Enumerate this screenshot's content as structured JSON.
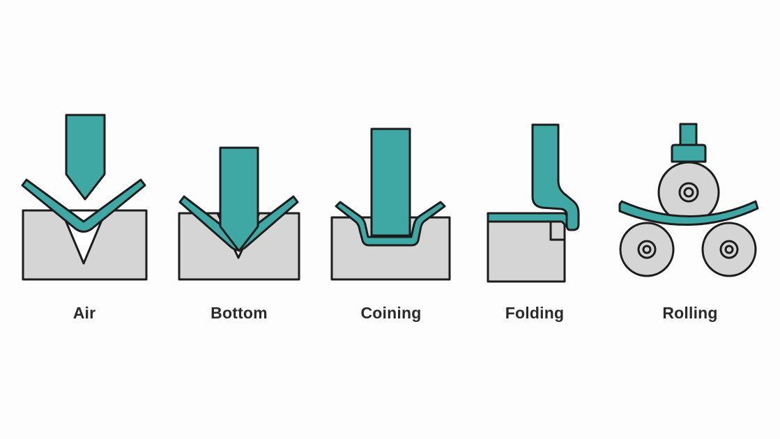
{
  "colors": {
    "tool": "#3fa8a5",
    "outline": "#1c1c1c",
    "die": "#d5d5d5",
    "background": "#fdfdfd",
    "label": "#2a2a2a"
  },
  "methods": [
    {
      "label": "Air",
      "icon": "air-bending-icon"
    },
    {
      "label": "Bottom",
      "icon": "bottom-bending-icon"
    },
    {
      "label": "Coining",
      "icon": "coining-icon"
    },
    {
      "label": "Folding",
      "icon": "folding-icon"
    },
    {
      "label": "Rolling",
      "icon": "rolling-icon"
    }
  ]
}
